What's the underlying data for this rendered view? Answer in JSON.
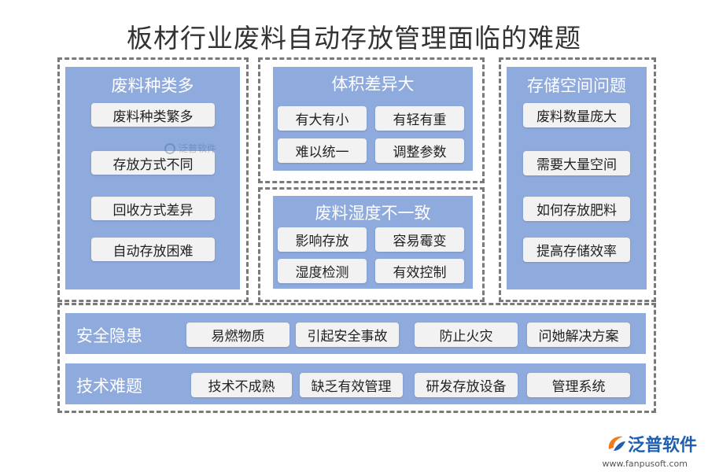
{
  "title": "板材行业废料自动存放管理面临的难题",
  "panels": {
    "left": {
      "title": "废料种类多",
      "items": [
        "废料种类繁多",
        "存放方式不同",
        "回收方式差异",
        "自动存放困难"
      ]
    },
    "volume": {
      "title": "体积差异大",
      "items": [
        "有大有小",
        "有轻有重",
        "难以统一",
        "调整参数"
      ]
    },
    "humidity": {
      "title": "废料湿度不一致",
      "items": [
        "影响存放",
        "容易霉变",
        "湿度检测",
        "有效控制"
      ]
    },
    "right": {
      "title": "存储空间问题",
      "items": [
        "废料数量庞大",
        "需要大量空间",
        "如何存放肥料",
        "提高存储效率"
      ]
    }
  },
  "rows": [
    {
      "label": "安全隐患",
      "items": [
        "易燃物质",
        "引起安全事故",
        "防止火灾",
        "问她解决方案"
      ]
    },
    {
      "label": "技术难题",
      "items": [
        "技术不成熟",
        "缺乏有效管理",
        "研发存放设备",
        "管理系统"
      ]
    }
  ],
  "watermark": {
    "text": "泛普软件"
  },
  "logo": {
    "text": "泛普软件",
    "url": "www.fanpusoft.com",
    "icon": "fanpu-logo-icon"
  },
  "colors": {
    "panel": "#8faadc",
    "chip": "#f2f2f2",
    "dash": "#7a7a7a"
  }
}
